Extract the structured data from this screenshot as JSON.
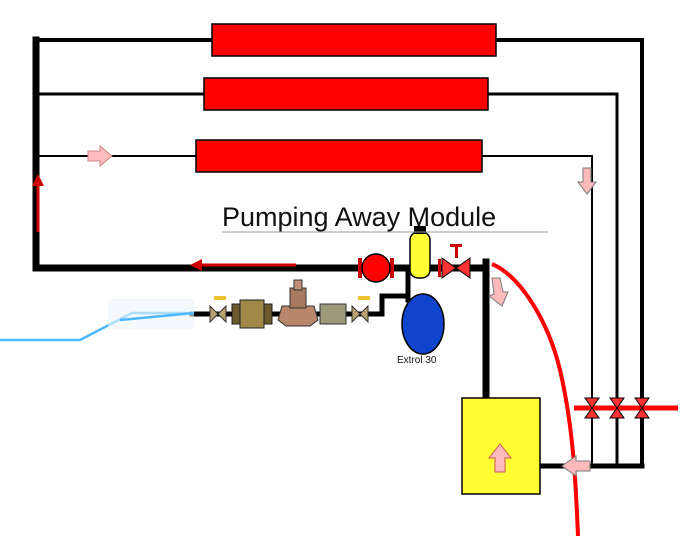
{
  "diagram": {
    "title": "Pumping Away Module",
    "expansion_tank_label": "Extrol 30",
    "colors": {
      "pipe": "#000000",
      "radiator": "#ff0000",
      "boiler": "#ffff33",
      "expansion_tank": "#1144cc",
      "cold_water_feed": "#4db8ff",
      "gas_line": "#ff0000",
      "flow_arrow": "#ff9999"
    },
    "components": [
      "radiator",
      "radiator",
      "radiator",
      "circulator-pump",
      "air-separator",
      "expansion-tank",
      "zone-valve",
      "boiler",
      "pressure-reducing-valve",
      "backflow-preventer",
      "ball-valve"
    ]
  }
}
